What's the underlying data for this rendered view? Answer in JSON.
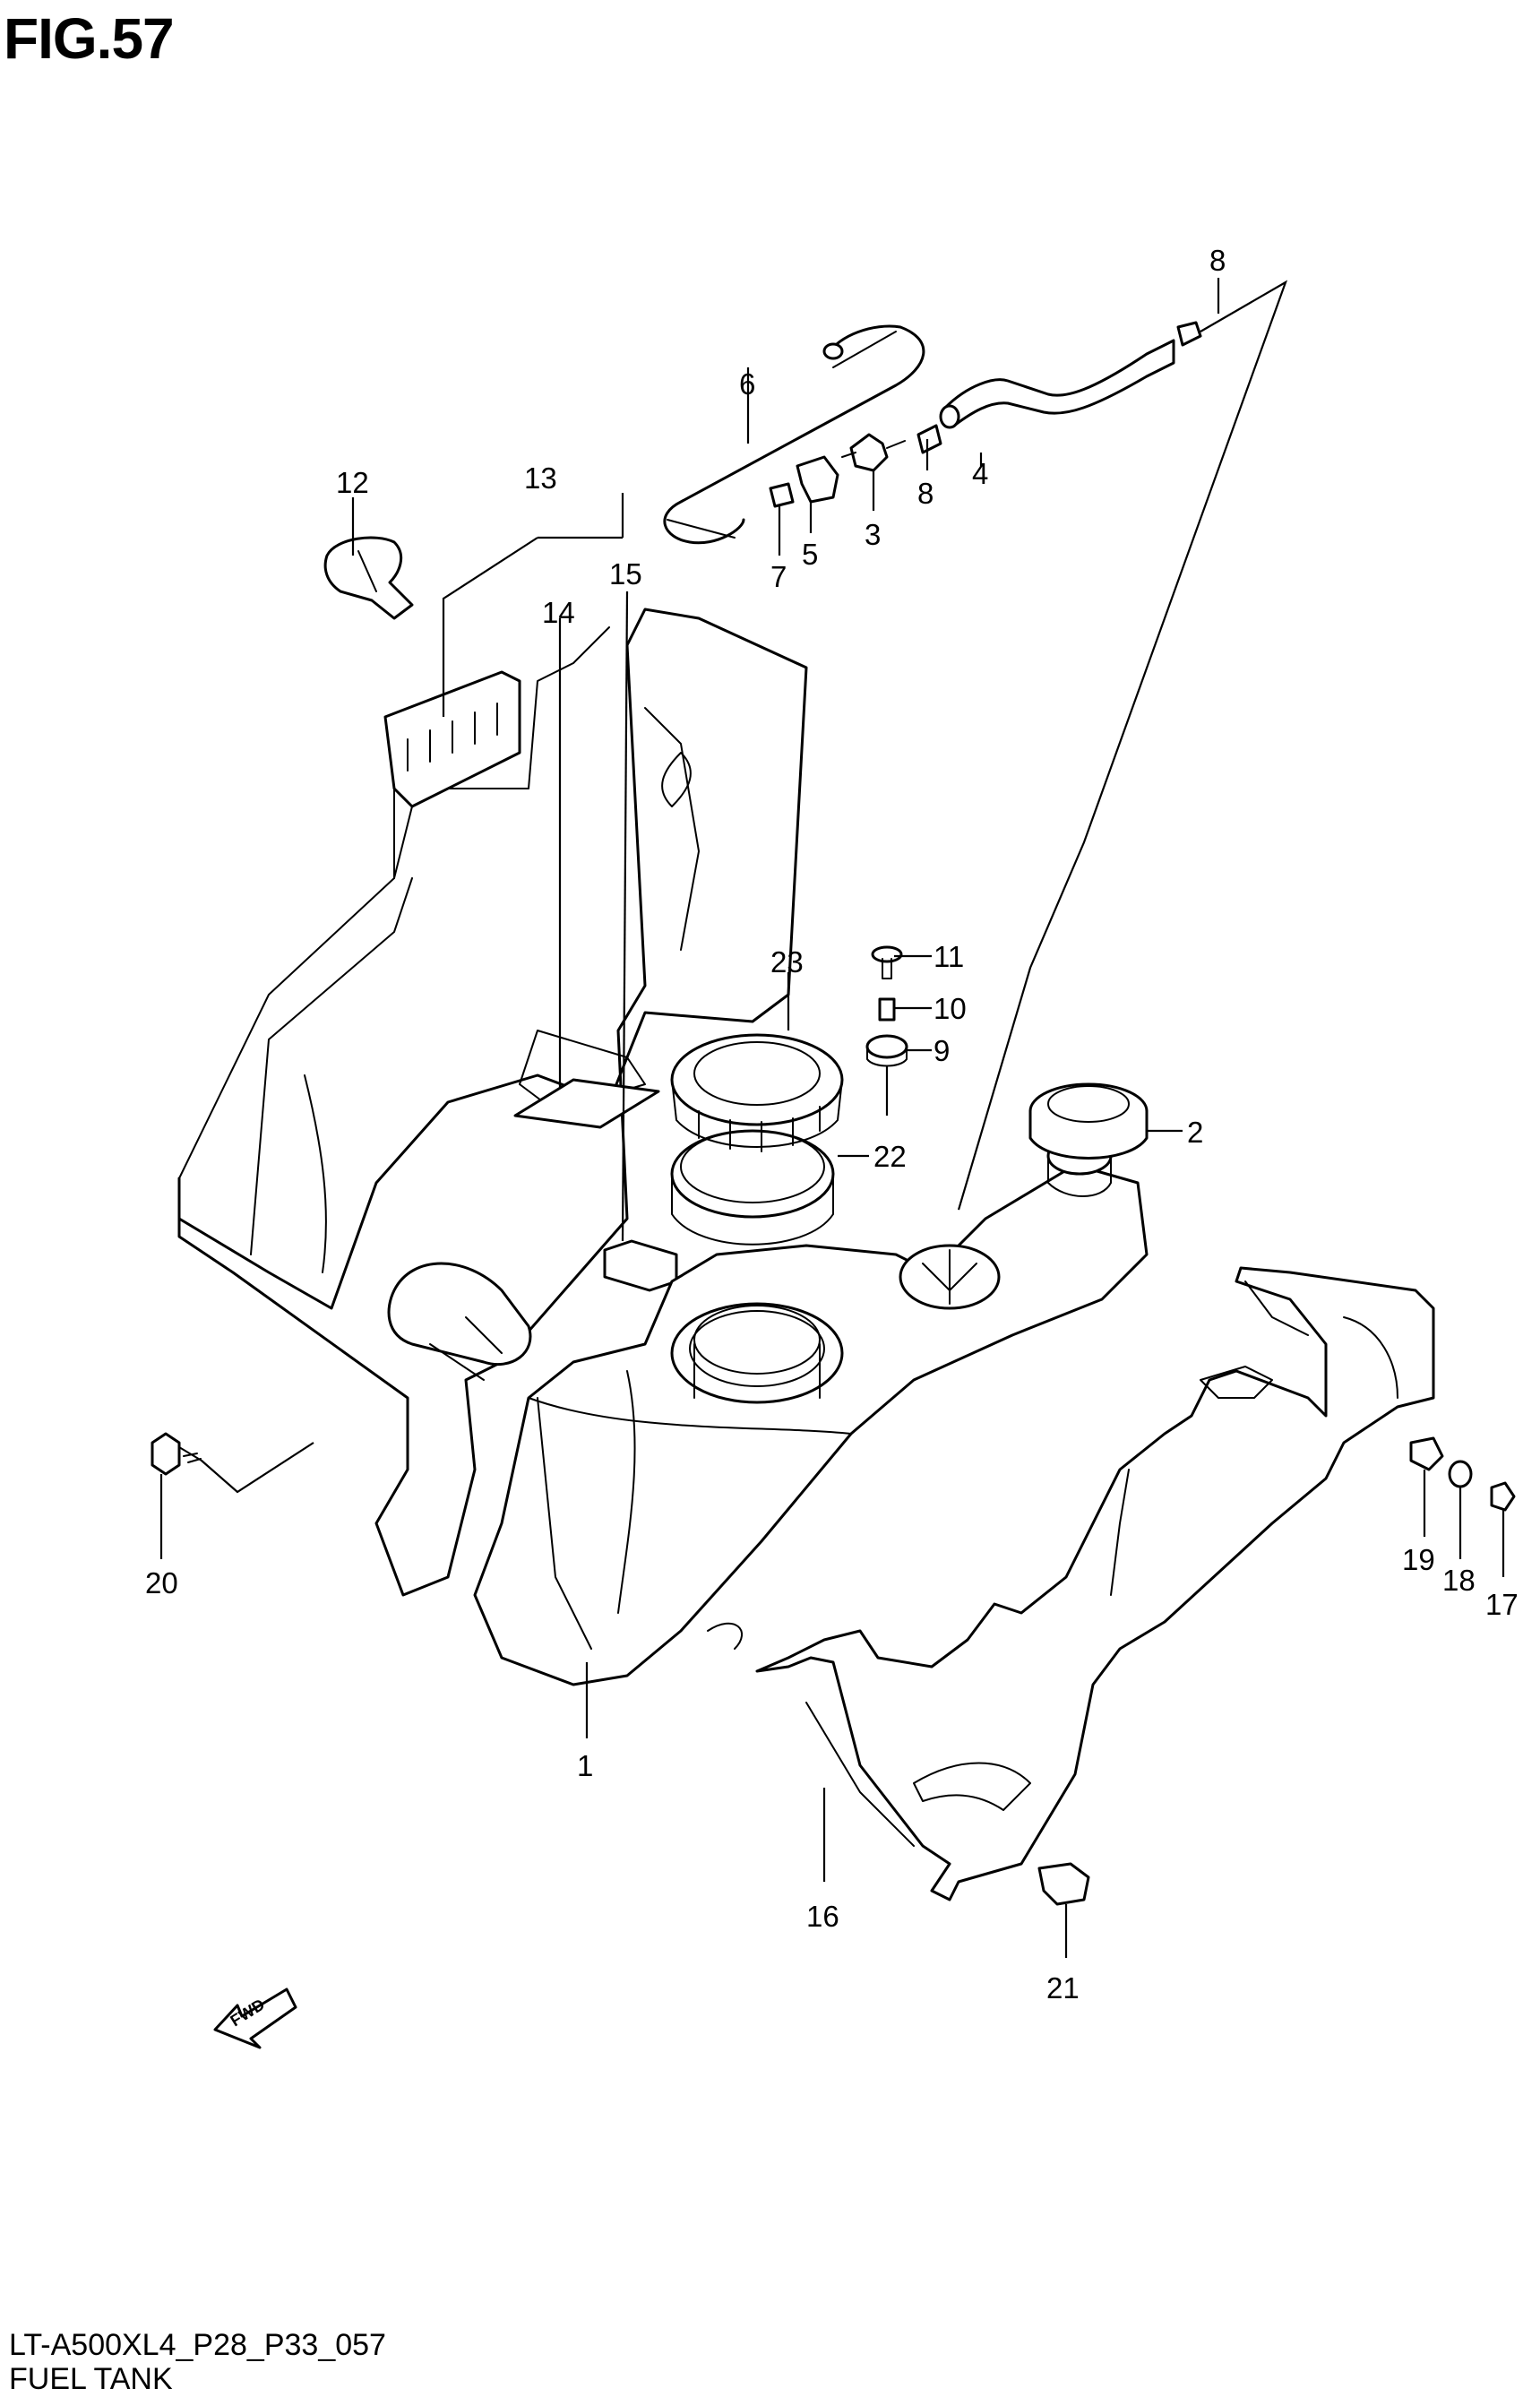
{
  "figure": {
    "title": "FIG.57",
    "drawing_code": "LT-A500XL4_P28_P33_057",
    "name": "FUEL TANK",
    "fwd_label": "FWD"
  },
  "callouts": [
    {
      "id": "c1",
      "label": "1"
    },
    {
      "id": "c2",
      "label": "2"
    },
    {
      "id": "c3",
      "label": "3"
    },
    {
      "id": "c4",
      "label": "4"
    },
    {
      "id": "c5",
      "label": "5"
    },
    {
      "id": "c6",
      "label": "6"
    },
    {
      "id": "c7",
      "label": "7"
    },
    {
      "id": "c8a",
      "label": "8"
    },
    {
      "id": "c8b",
      "label": "8"
    },
    {
      "id": "c9",
      "label": "9"
    },
    {
      "id": "c10",
      "label": "10"
    },
    {
      "id": "c11",
      "label": "11"
    },
    {
      "id": "c12",
      "label": "12"
    },
    {
      "id": "c13",
      "label": "13"
    },
    {
      "id": "c14",
      "label": "14"
    },
    {
      "id": "c15",
      "label": "15"
    },
    {
      "id": "c16",
      "label": "16"
    },
    {
      "id": "c17",
      "label": "17"
    },
    {
      "id": "c18",
      "label": "18"
    },
    {
      "id": "c19",
      "label": "19"
    },
    {
      "id": "c20",
      "label": "20"
    },
    {
      "id": "c21",
      "label": "21"
    },
    {
      "id": "c22",
      "label": "22"
    },
    {
      "id": "c23",
      "label": "23"
    }
  ]
}
